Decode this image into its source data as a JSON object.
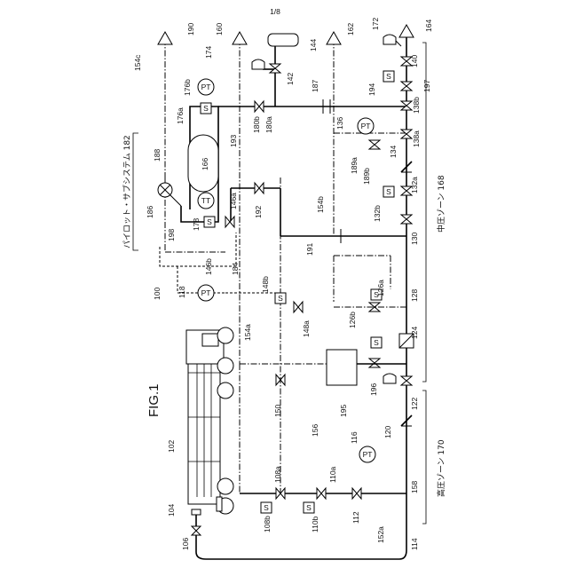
{
  "page_number": "1/8",
  "figure_title": "FIG.1",
  "zones": {
    "high_pressure": "高圧ゾーン 170",
    "medium_pressure": "中圧ゾーン 168",
    "pilot_subsystem": "パイロット・サブシステム 182"
  },
  "instrument_text": {
    "pt": "PT",
    "tt": "TT",
    "s": "S"
  },
  "refs": {
    "r100": "100",
    "r102": "102",
    "r104": "104",
    "r106": "106",
    "r108a": "108a",
    "r108b": "108b",
    "r110a": "110a",
    "r110b": "110b",
    "r112": "112",
    "r114": "114",
    "r116": "116",
    "r118": "118",
    "r120": "120",
    "r122": "122",
    "r124": "124",
    "r126a": "126a",
    "r126b": "126b",
    "r128": "128",
    "r130": "130",
    "r132a": "132a",
    "r132b": "132b",
    "r134": "134",
    "r136": "136",
    "r138a": "138a",
    "r138b": "138b",
    "r140": "140",
    "r142": "142",
    "r144": "144",
    "r146a": "146a",
    "r146b": "146b",
    "r148a": "148a",
    "r148b": "148b",
    "r150": "150",
    "r152a": "152a",
    "r154a": "154a",
    "r154b": "154b",
    "r154c": "154c",
    "r156": "156",
    "r158": "158",
    "r160": "160",
    "r162": "162",
    "r164": "164",
    "r166": "166",
    "r172": "172",
    "r174": "174",
    "r176a": "176a",
    "r176b": "176b",
    "r178": "178",
    "r180a": "180a",
    "r180b": "180b",
    "r184": "184",
    "r186": "186",
    "r187": "187",
    "r188": "188",
    "r189a": "189a",
    "r189b": "189b",
    "r190": "190",
    "r191": "191",
    "r192": "192",
    "r193": "193",
    "r194": "194",
    "r195": "195",
    "r196": "196",
    "r197": "197",
    "r198": "198"
  }
}
